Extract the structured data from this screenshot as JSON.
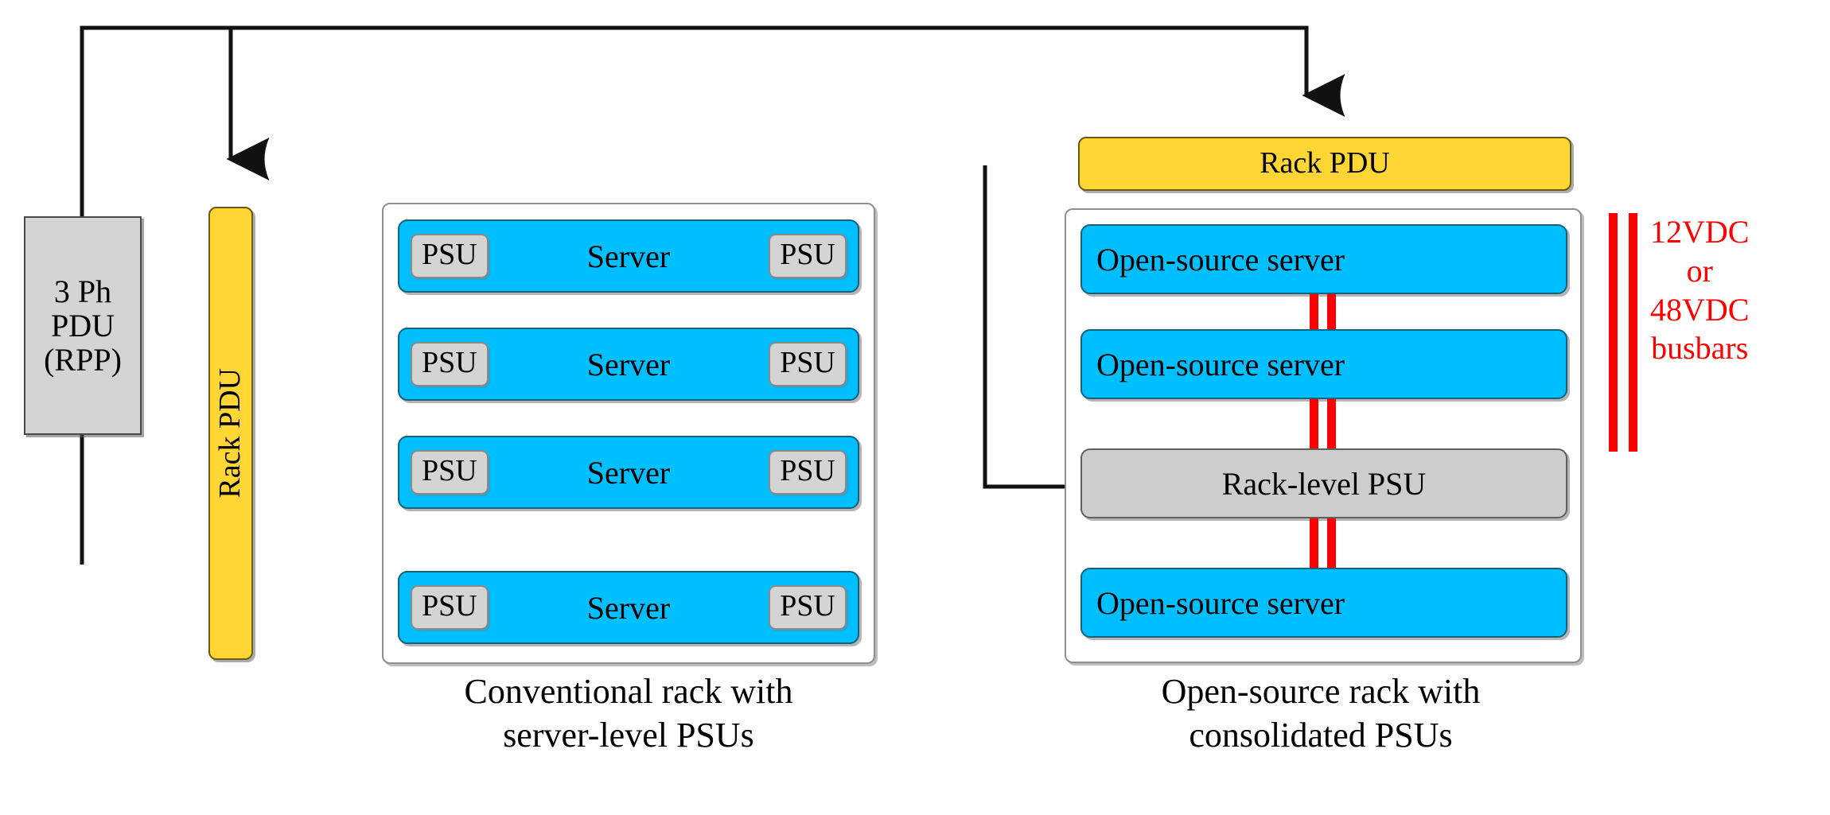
{
  "diagram": {
    "title": "Conventional vs open-source rack power distribution",
    "colors": {
      "server_cyan": "#00bfff",
      "pdu_yellow": "#ffd633",
      "psu_gray": "#d4d4d4",
      "busbar_red": "#ff0000",
      "wire_black": "#1a1a1a",
      "frame_gray": "#8f8f8f"
    }
  },
  "source": {
    "label_line1": "3 Ph",
    "label_line2": "PDU",
    "label_line3": "(RPP)"
  },
  "conventional_rack": {
    "pdu_label": "Rack PDU",
    "caption_line1": "Conventional rack with",
    "caption_line2": "server-level PSUs",
    "units": [
      {
        "psu_left": "PSU",
        "server": "Server",
        "psu_right": "PSU"
      },
      {
        "psu_left": "PSU",
        "server": "Server",
        "psu_right": "PSU"
      },
      {
        "psu_left": "PSU",
        "server": "Server",
        "psu_right": "PSU"
      },
      {
        "psu_left": "PSU",
        "server": "Server",
        "psu_right": "PSU"
      }
    ]
  },
  "opensource_rack": {
    "pdu_label": "Rack PDU",
    "caption_line1": "Open-source rack with",
    "caption_line2": "consolidated PSUs",
    "units": [
      {
        "type": "server",
        "label": "Open-source server"
      },
      {
        "type": "server",
        "label": "Open-source server"
      },
      {
        "type": "psu",
        "label": "Rack-level PSU"
      },
      {
        "type": "server",
        "label": "Open-source server"
      }
    ]
  },
  "busbar_legend": {
    "line1": "12VDC",
    "line2": "or",
    "line3": "48VDC",
    "line4": "busbars"
  }
}
